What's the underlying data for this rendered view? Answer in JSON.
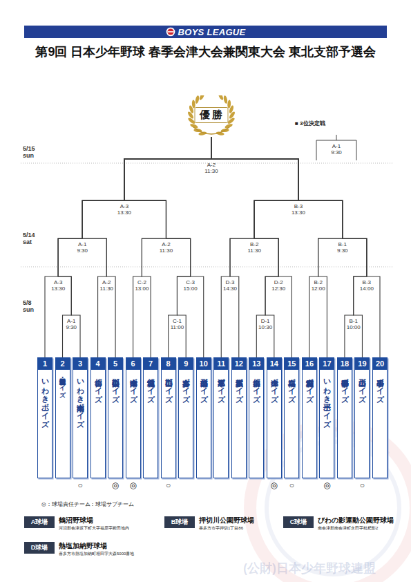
{
  "diagram": {
    "title": "第9回 日本少年野球 春季会津大会兼関東大会 東北支部予選会",
    "nodes": [
      {
        "text": [
          "BOYS LEAGUE"
        ]
      },
      {
        "text": [
          "優勝"
        ]
      },
      {
        "text": [
          "1",
          "いわきボーイズ"
        ]
      },
      {
        "text": [
          "2",
          "宮城・岩手北上・登米合同ボーイズ"
        ]
      },
      {
        "text": [
          "3",
          "いわき湘南ボーイズ"
        ]
      },
      {
        "text": [
          "4",
          "仙台ボーイズ"
        ]
      },
      {
        "text": [
          "5",
          "郡山中央ボーイズ"
        ]
      },
      {
        "text": [
          "6",
          "南会津ボーイズ"
        ]
      },
      {
        "text": [
          "7",
          "宮城仙北ボーイズ"
        ]
      },
      {
        "text": [
          "8",
          "郡山ボーイズ"
        ]
      },
      {
        "text": [
          "9",
          "喜多方ボーイズ"
        ]
      },
      {
        "text": [
          "10",
          "山形東部ボーイズ"
        ]
      },
      {
        "text": [
          "11",
          "寒河江ボーイズ"
        ]
      },
      {
        "text": [
          "12",
          "多賀城ボーイズ"
        ]
      },
      {
        "text": [
          "13",
          "仙台泉ボーイズ"
        ]
      },
      {
        "text": [
          "14",
          "会津ボーイズ"
        ]
      },
      {
        "text": [
          "15",
          "福島ボーイズ"
        ]
      },
      {
        "text": [
          "16",
          "宮城利府ボーイズ"
        ]
      },
      {
        "text": [
          "17",
          "いわき平ボーイズ"
        ]
      },
      {
        "text": [
          "18",
          "岩手中部ボーイズ"
        ]
      },
      {
        "text": [
          "19",
          "山形ボーイズ"
        ]
      },
      {
        "text": [
          "20",
          "岩手ボーイズ"
        ]
      },
      {
        "text": [
          "A球場",
          "鶴沼野球場",
          "河沼郡会津坂下町大字福原字殿田地内"
        ]
      },
      {
        "text": [
          "B球場",
          "押切川公園野球場",
          "喜多方市字押切1丁目86"
        ]
      },
      {
        "text": [
          "C球場",
          "びわの影運動公園野球場",
          "南会津郡南会津町永田字枇杷影2"
        ]
      },
      {
        "text": [
          "D球場",
          "熱塩加納野球場",
          "喜多方市熱塩加納町相田字大森5000番地"
        ]
      }
    ],
    "edges": [
      {
        "from": 2,
        "to": 1,
        "arrow": "none"
      },
      {
        "from": 3,
        "to": 1,
        "arrow": "none"
      },
      {
        "from": 4,
        "to": 1,
        "arrow": "none"
      },
      {
        "from": 5,
        "to": 1,
        "arrow": "none"
      },
      {
        "from": 6,
        "to": 1,
        "arrow": "none"
      },
      {
        "from": 7,
        "to": 1,
        "arrow": "none"
      },
      {
        "from": 8,
        "to": 1,
        "arrow": "none"
      },
      {
        "from": 9,
        "to": 1,
        "arrow": "none"
      },
      {
        "from": 10,
        "to": 1,
        "arrow": "none"
      },
      {
        "from": 11,
        "to": 1,
        "arrow": "none"
      },
      {
        "from": 12,
        "to": 1,
        "arrow": "none"
      },
      {
        "from": 13,
        "to": 1,
        "arrow": "none"
      },
      {
        "from": 14,
        "to": 1,
        "arrow": "none"
      },
      {
        "from": 15,
        "to": 1,
        "arrow": "none"
      },
      {
        "from": 16,
        "to": 1,
        "arrow": "none"
      },
      {
        "from": 17,
        "to": 1,
        "arrow": "none"
      },
      {
        "from": 18,
        "to": 1,
        "arrow": "none"
      },
      {
        "from": 19,
        "to": 1,
        "arrow": "none"
      },
      {
        "from": 20,
        "to": 1,
        "arrow": "none"
      },
      {
        "from": 21,
        "to": 1,
        "arrow": "none"
      }
    ],
    "labels": [
      "■ 3位決定戦",
      "A-1 9:30",
      "5/15 sun",
      "A-2 11:30",
      "5/14 sat",
      "A-3 13:30",
      "B-3 13:30",
      "A-1 9:30",
      "A-2 11:30",
      "B-2 11:30",
      "B-1 9:30",
      "5/8 sun",
      "A-3 13:30",
      "A-2 11:30",
      "C-2 13:00",
      "C-3 15:00",
      "D-3 14:30",
      "D-2 12:30",
      "B-2 12:00",
      "B-3 14:00",
      "A-1 9:30",
      "C-1 11:00",
      "D-1 10:30",
      "B-1 10:00",
      "○",
      "◎",
      "◎",
      "○",
      "◎",
      "○",
      "◎",
      "○",
      "(公財)日本少年野球連盟"
    ],
    "legend": [
      {
        "text": "◎：球場責任チーム"
      },
      {
        "text": "○：球場サブチーム"
      }
    ]
  }
}
